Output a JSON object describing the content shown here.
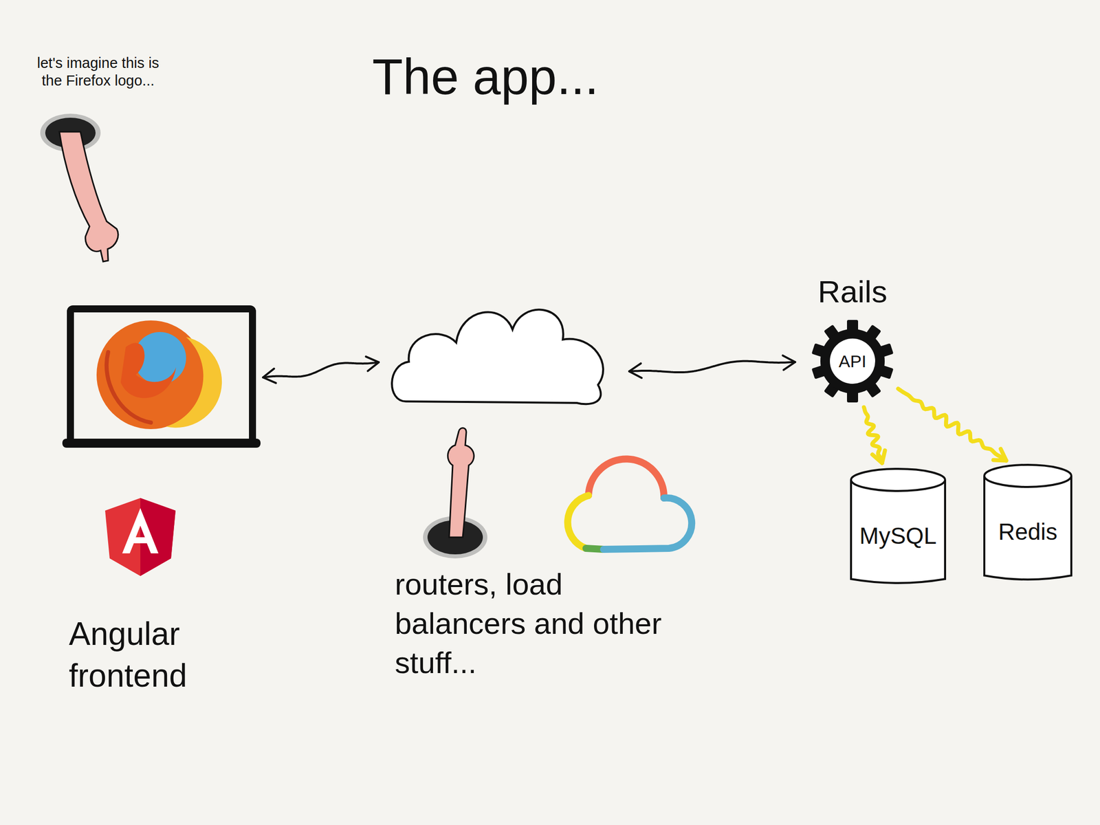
{
  "diagram": {
    "title": "The app...",
    "nodes": [
      {
        "text": [
          "Angular frontend"
        ]
      },
      {
        "text": [
          "routers, load balancers and other stuff..."
        ]
      },
      {
        "text": [
          "Rails",
          "API"
        ]
      },
      {
        "text": [
          "MySQL"
        ]
      },
      {
        "text": [
          "Redis"
        ]
      }
    ],
    "edges": [
      {
        "from": 0,
        "to": 1,
        "arrow": "both"
      },
      {
        "from": 1,
        "to": 2,
        "arrow": "both"
      },
      {
        "from": 2,
        "to": 3,
        "arrow": "to"
      },
      {
        "from": 2,
        "to": 4,
        "arrow": "to"
      }
    ],
    "labels": [
      "let's imagine this is the Firefox logo..."
    ]
  }
}
